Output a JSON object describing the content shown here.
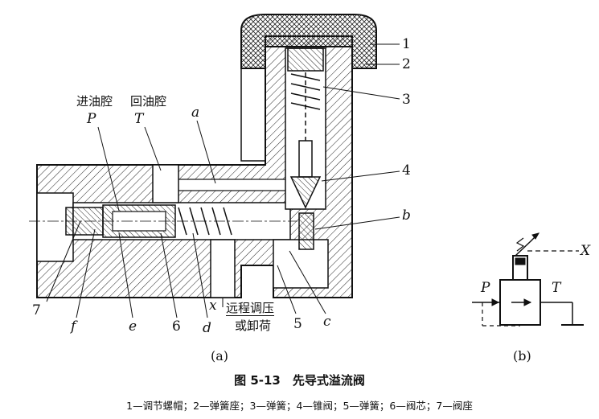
{
  "labels": {
    "n1": "1",
    "n2": "2",
    "n3": "3",
    "n4": "4",
    "n5": "5",
    "n6": "6",
    "n7": "7",
    "a": "a",
    "b": "b",
    "c": "c",
    "d": "d",
    "e": "e",
    "f": "f",
    "x": "x",
    "P": "P",
    "T": "T",
    "inlet_chamber": "进油腔",
    "return_chamber": "回油腔",
    "remote_line1": "远程调压",
    "remote_line2": "或卸荷"
  },
  "symbol": {
    "P": "P",
    "T": "T",
    "X": "X"
  },
  "sub_a": "(a)",
  "sub_b": "(b)",
  "caption": "图 5-13　先导式溢流阀",
  "legend": "1—调节螺帽；2—弹簧座；3—弹簧；4—锥阀；5—弹簧；6—阀芯；7—阀座"
}
